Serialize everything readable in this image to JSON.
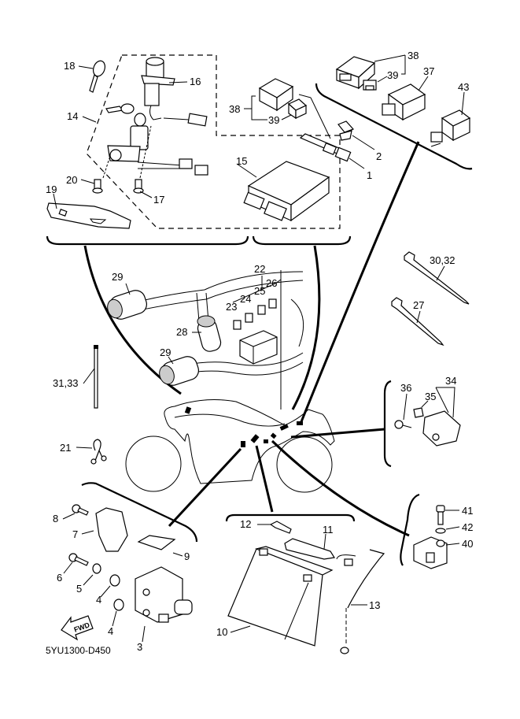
{
  "diagram": {
    "title_code": "5YU1300-D450",
    "fwd_label": "FWD",
    "callouts": {
      "c1": "1",
      "c2": "2",
      "c3": "3",
      "c4a": "4",
      "c4b": "4",
      "c5": "5",
      "c6": "6",
      "c7": "7",
      "c8": "8",
      "c9": "9",
      "c10": "10",
      "c11": "11",
      "c12": "12",
      "c13": "13",
      "c14": "14",
      "c15": "15",
      "c16": "16",
      "c17": "17",
      "c18": "18",
      "c19": "19",
      "c20": "20",
      "c21": "21",
      "c22": "22",
      "c23": "23",
      "c24": "24",
      "c25": "25",
      "c26": "26",
      "c27": "27",
      "c28": "28",
      "c29a": "29",
      "c29b": "29",
      "c30_32": "30,32",
      "c31_33": "31,33",
      "c34": "34",
      "c35": "35",
      "c36": "36",
      "c37": "37",
      "c38a": "38",
      "c38b": "38",
      "c39a": "39",
      "c39b": "39",
      "c40": "40",
      "c41": "41",
      "c42": "42",
      "c43": "43"
    }
  }
}
